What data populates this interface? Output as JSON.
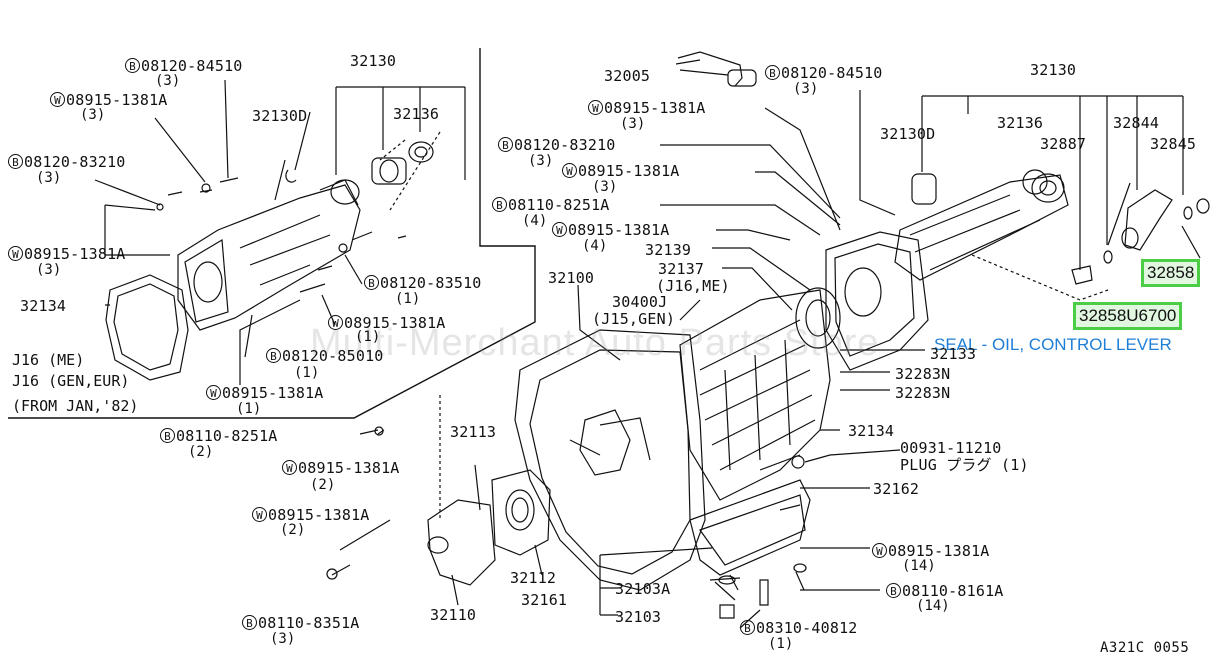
{
  "watermark": "Multi-Merchant Auto Parts Store",
  "diagram_code": "A321C 0055",
  "highlight": {
    "part_ref": "32858",
    "part_number": "32858U6700",
    "description": "SEAL - OIL, CONTROL LEVER"
  },
  "notes": [
    "J16 (ME)",
    "J16 (GEN,EUR)",
    "(FROM JAN,'82)"
  ],
  "labels": {
    "l32130_left": "32130",
    "l32130d_left": "32130D",
    "l32136_left": "32136",
    "l32134_left": "32134",
    "l32005": "32005",
    "l32130_right": "32130",
    "l32130d_right": "32130D",
    "l32136_right": "32136",
    "l32887": "32887",
    "l32844": "32844",
    "l32845": "32845",
    "l32139": "32139",
    "l32137": "32137",
    "l32137_note": "(J16,ME)",
    "l30400j": "30400J",
    "l30400j_note": "(J15,GEN)",
    "l32100": "32100",
    "l32133": "32133",
    "l32283n_a": "32283N",
    "l32283n_b": "32283N",
    "l32134_right": "32134",
    "l00931": "00931-11210",
    "l_plug": "PLUG プラグ (1)",
    "l32162": "32162",
    "l32113": "32113",
    "l32112": "32112",
    "l32110": "32110",
    "l32161": "32161",
    "l32103a": "32103A",
    "l32103": "32103"
  },
  "fasteners": [
    {
      "id": "f1",
      "type": "B",
      "num": "08120-84510",
      "qty": "(3)"
    },
    {
      "id": "f2",
      "type": "W",
      "num": "08915-1381A",
      "qty": "(3)"
    },
    {
      "id": "f3",
      "type": "B",
      "num": "08120-83210",
      "qty": "(3)"
    },
    {
      "id": "f4",
      "type": "W",
      "num": "08915-1381A",
      "qty": "(3)"
    },
    {
      "id": "f5",
      "type": "B",
      "num": "08120-83510",
      "qty": "(1)"
    },
    {
      "id": "f6",
      "type": "W",
      "num": "08915-1381A",
      "qty": "(1)"
    },
    {
      "id": "f7",
      "type": "B",
      "num": "08120-85010",
      "qty": "(1)"
    },
    {
      "id": "f8",
      "type": "W",
      "num": "08915-1381A",
      "qty": "(1)"
    },
    {
      "id": "f9",
      "type": "B",
      "num": "08120-84510",
      "qty": "(3)"
    },
    {
      "id": "f10",
      "type": "W",
      "num": "08915-1381A",
      "qty": "(3)"
    },
    {
      "id": "f11",
      "type": "B",
      "num": "08120-83210",
      "qty": "(3)"
    },
    {
      "id": "f12",
      "type": "W",
      "num": "08915-1381A",
      "qty": "(3)"
    },
    {
      "id": "f13",
      "type": "B",
      "num": "08110-8251A",
      "qty": "(4)"
    },
    {
      "id": "f14",
      "type": "W",
      "num": "08915-1381A",
      "qty": "(4)"
    },
    {
      "id": "f15",
      "type": "B",
      "num": "08110-8251A",
      "qty": "(2)"
    },
    {
      "id": "f16",
      "type": "W",
      "num": "08915-1381A",
      "qty": "(2)"
    },
    {
      "id": "f17",
      "type": "W",
      "num": "08915-1381A",
      "qty": "(2)"
    },
    {
      "id": "f18",
      "type": "B",
      "num": "08110-8351A",
      "qty": "(3)"
    },
    {
      "id": "f19",
      "type": "W",
      "num": "08915-1381A",
      "qty": "(14)"
    },
    {
      "id": "f20",
      "type": "B",
      "num": "08110-8161A",
      "qty": "(14)"
    },
    {
      "id": "f21",
      "type": "B",
      "num": "08310-40812",
      "qty": "(1)"
    }
  ]
}
